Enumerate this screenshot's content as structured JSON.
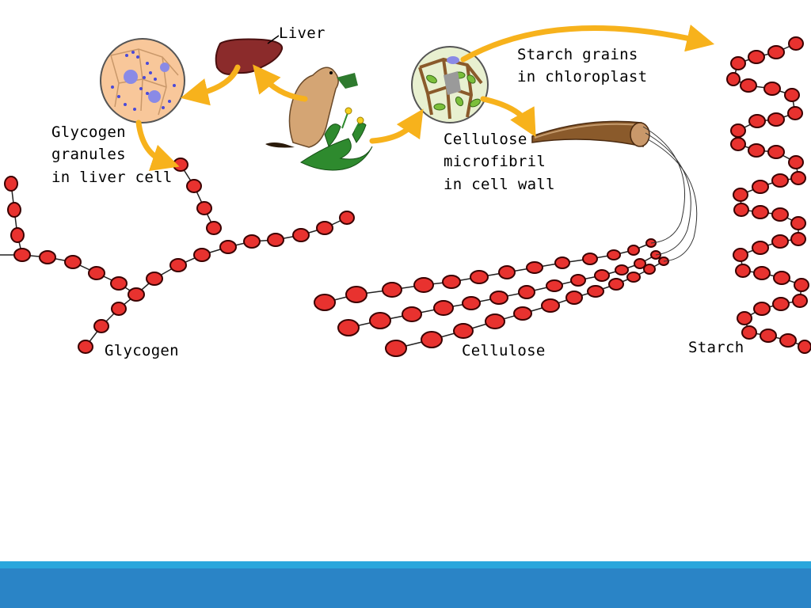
{
  "labels": {
    "liver": "Liver",
    "starch_grains_line1": "Starch grains",
    "starch_grains_line2": "in chloroplast",
    "glycogen_granules_line1": "Glycogen",
    "glycogen_granules_line2": "granules",
    "glycogen_granules_line3": "in liver cell",
    "microfibril_line1": "Cellulose",
    "microfibril_line2": "microfibril",
    "microfibril_line3": "in cell wall",
    "glycogen": "Glycogen",
    "cellulose": "Cellulose",
    "starch": "Starch"
  },
  "colors": {
    "bead_fill": "#e8322f",
    "bead_stroke": "#3a0000",
    "arrow": "#f7b21c",
    "liver": "#8b2b2b",
    "cell_fill": "#f8c79a",
    "chloroplast": "#7bbf3a",
    "fibril": "#8a5a2b",
    "footer_top": "#2aa6dc",
    "footer": "#2a84c6"
  },
  "icons": [
    "liver-organ-icon",
    "liver-cell-icon",
    "plant-cell-icon",
    "squirrel-icon",
    "dandelion-plant-icon",
    "cellulose-fibril-icon"
  ]
}
